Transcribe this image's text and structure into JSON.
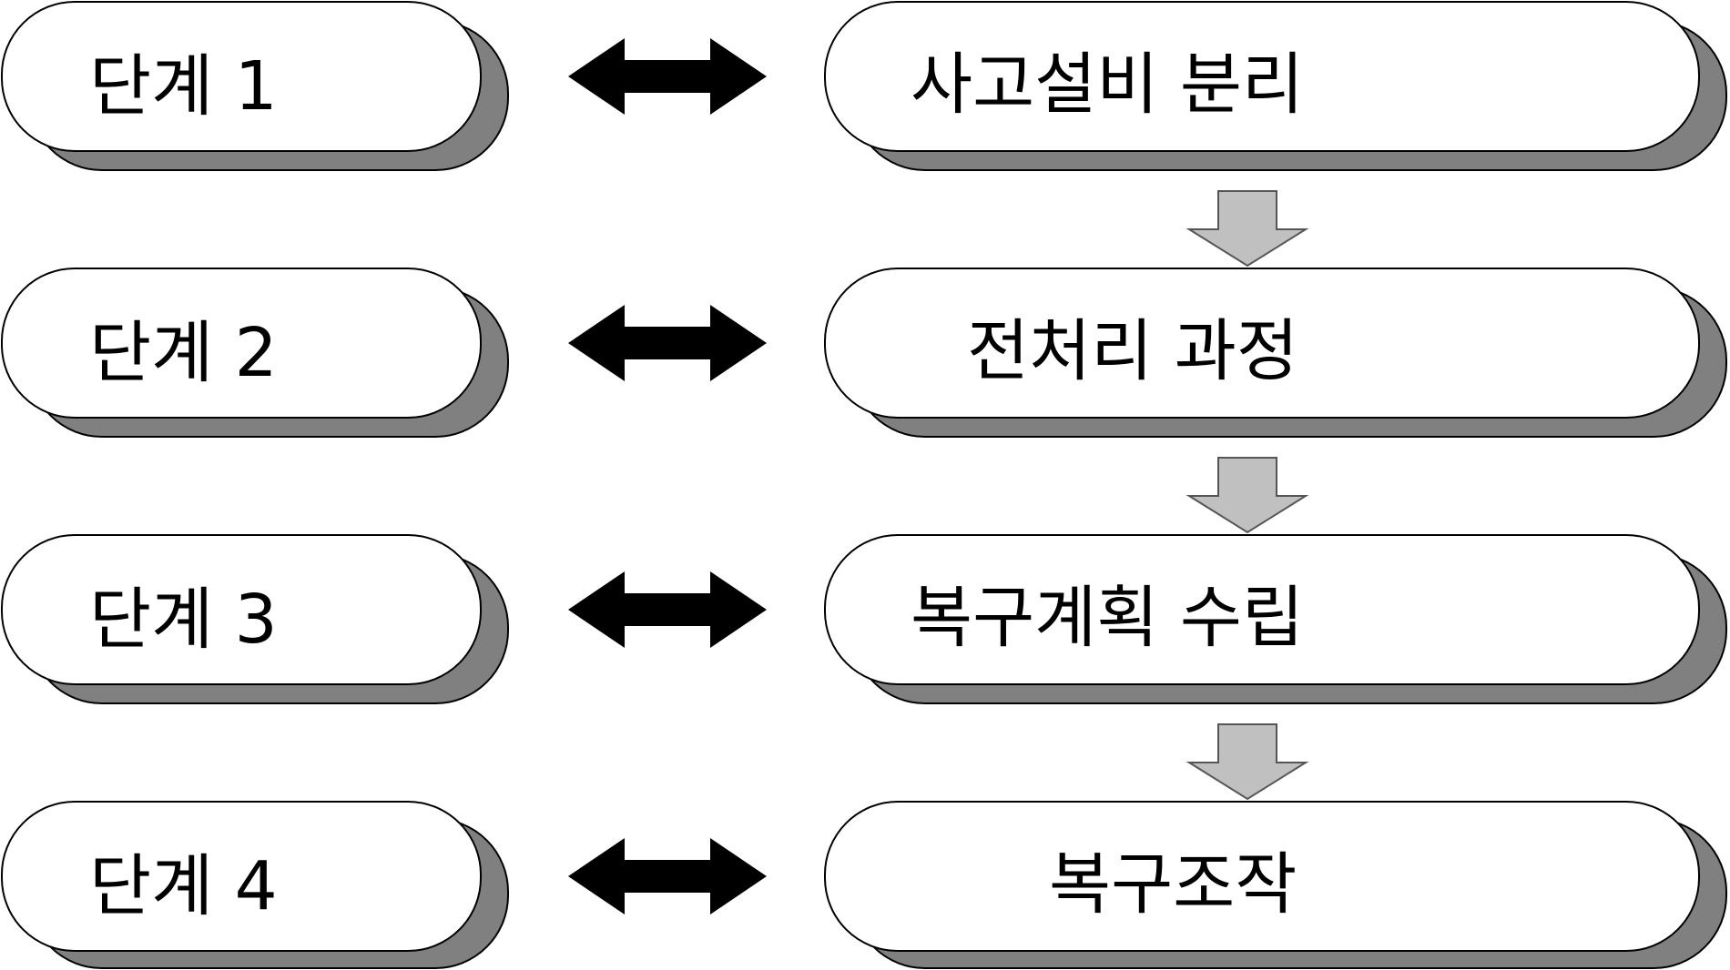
{
  "steps": [
    {
      "stage": "단계 1",
      "task": "사고설비 분리"
    },
    {
      "stage": "단계 2",
      "task": "전처리 과정"
    },
    {
      "stage": "단계 3",
      "task": "복구계획 수립"
    },
    {
      "stage": "단계 4",
      "task": "복구조작"
    }
  ],
  "colors": {
    "pill_fill": "#ffffff",
    "pill_stroke": "#000000",
    "shadow": "#808080",
    "double_arrow": "#000000",
    "flow_arrow_fill": "#c0c0c0",
    "flow_arrow_stroke": "#555555"
  }
}
